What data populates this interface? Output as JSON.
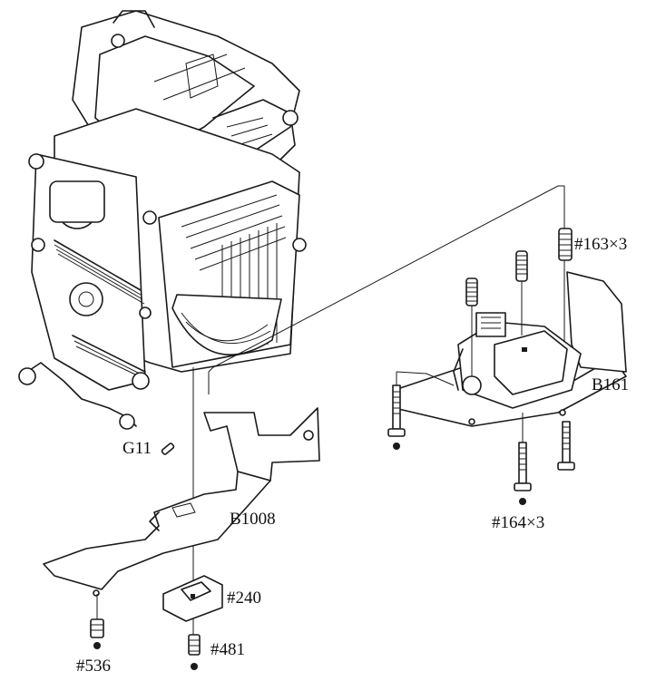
{
  "labels": {
    "g11": "G11",
    "b1008": "B1008",
    "b161": "B161",
    "p163": "#163×3",
    "p164": "#164×3",
    "p240": "#240",
    "p481": "#481",
    "p536": "#536"
  }
}
